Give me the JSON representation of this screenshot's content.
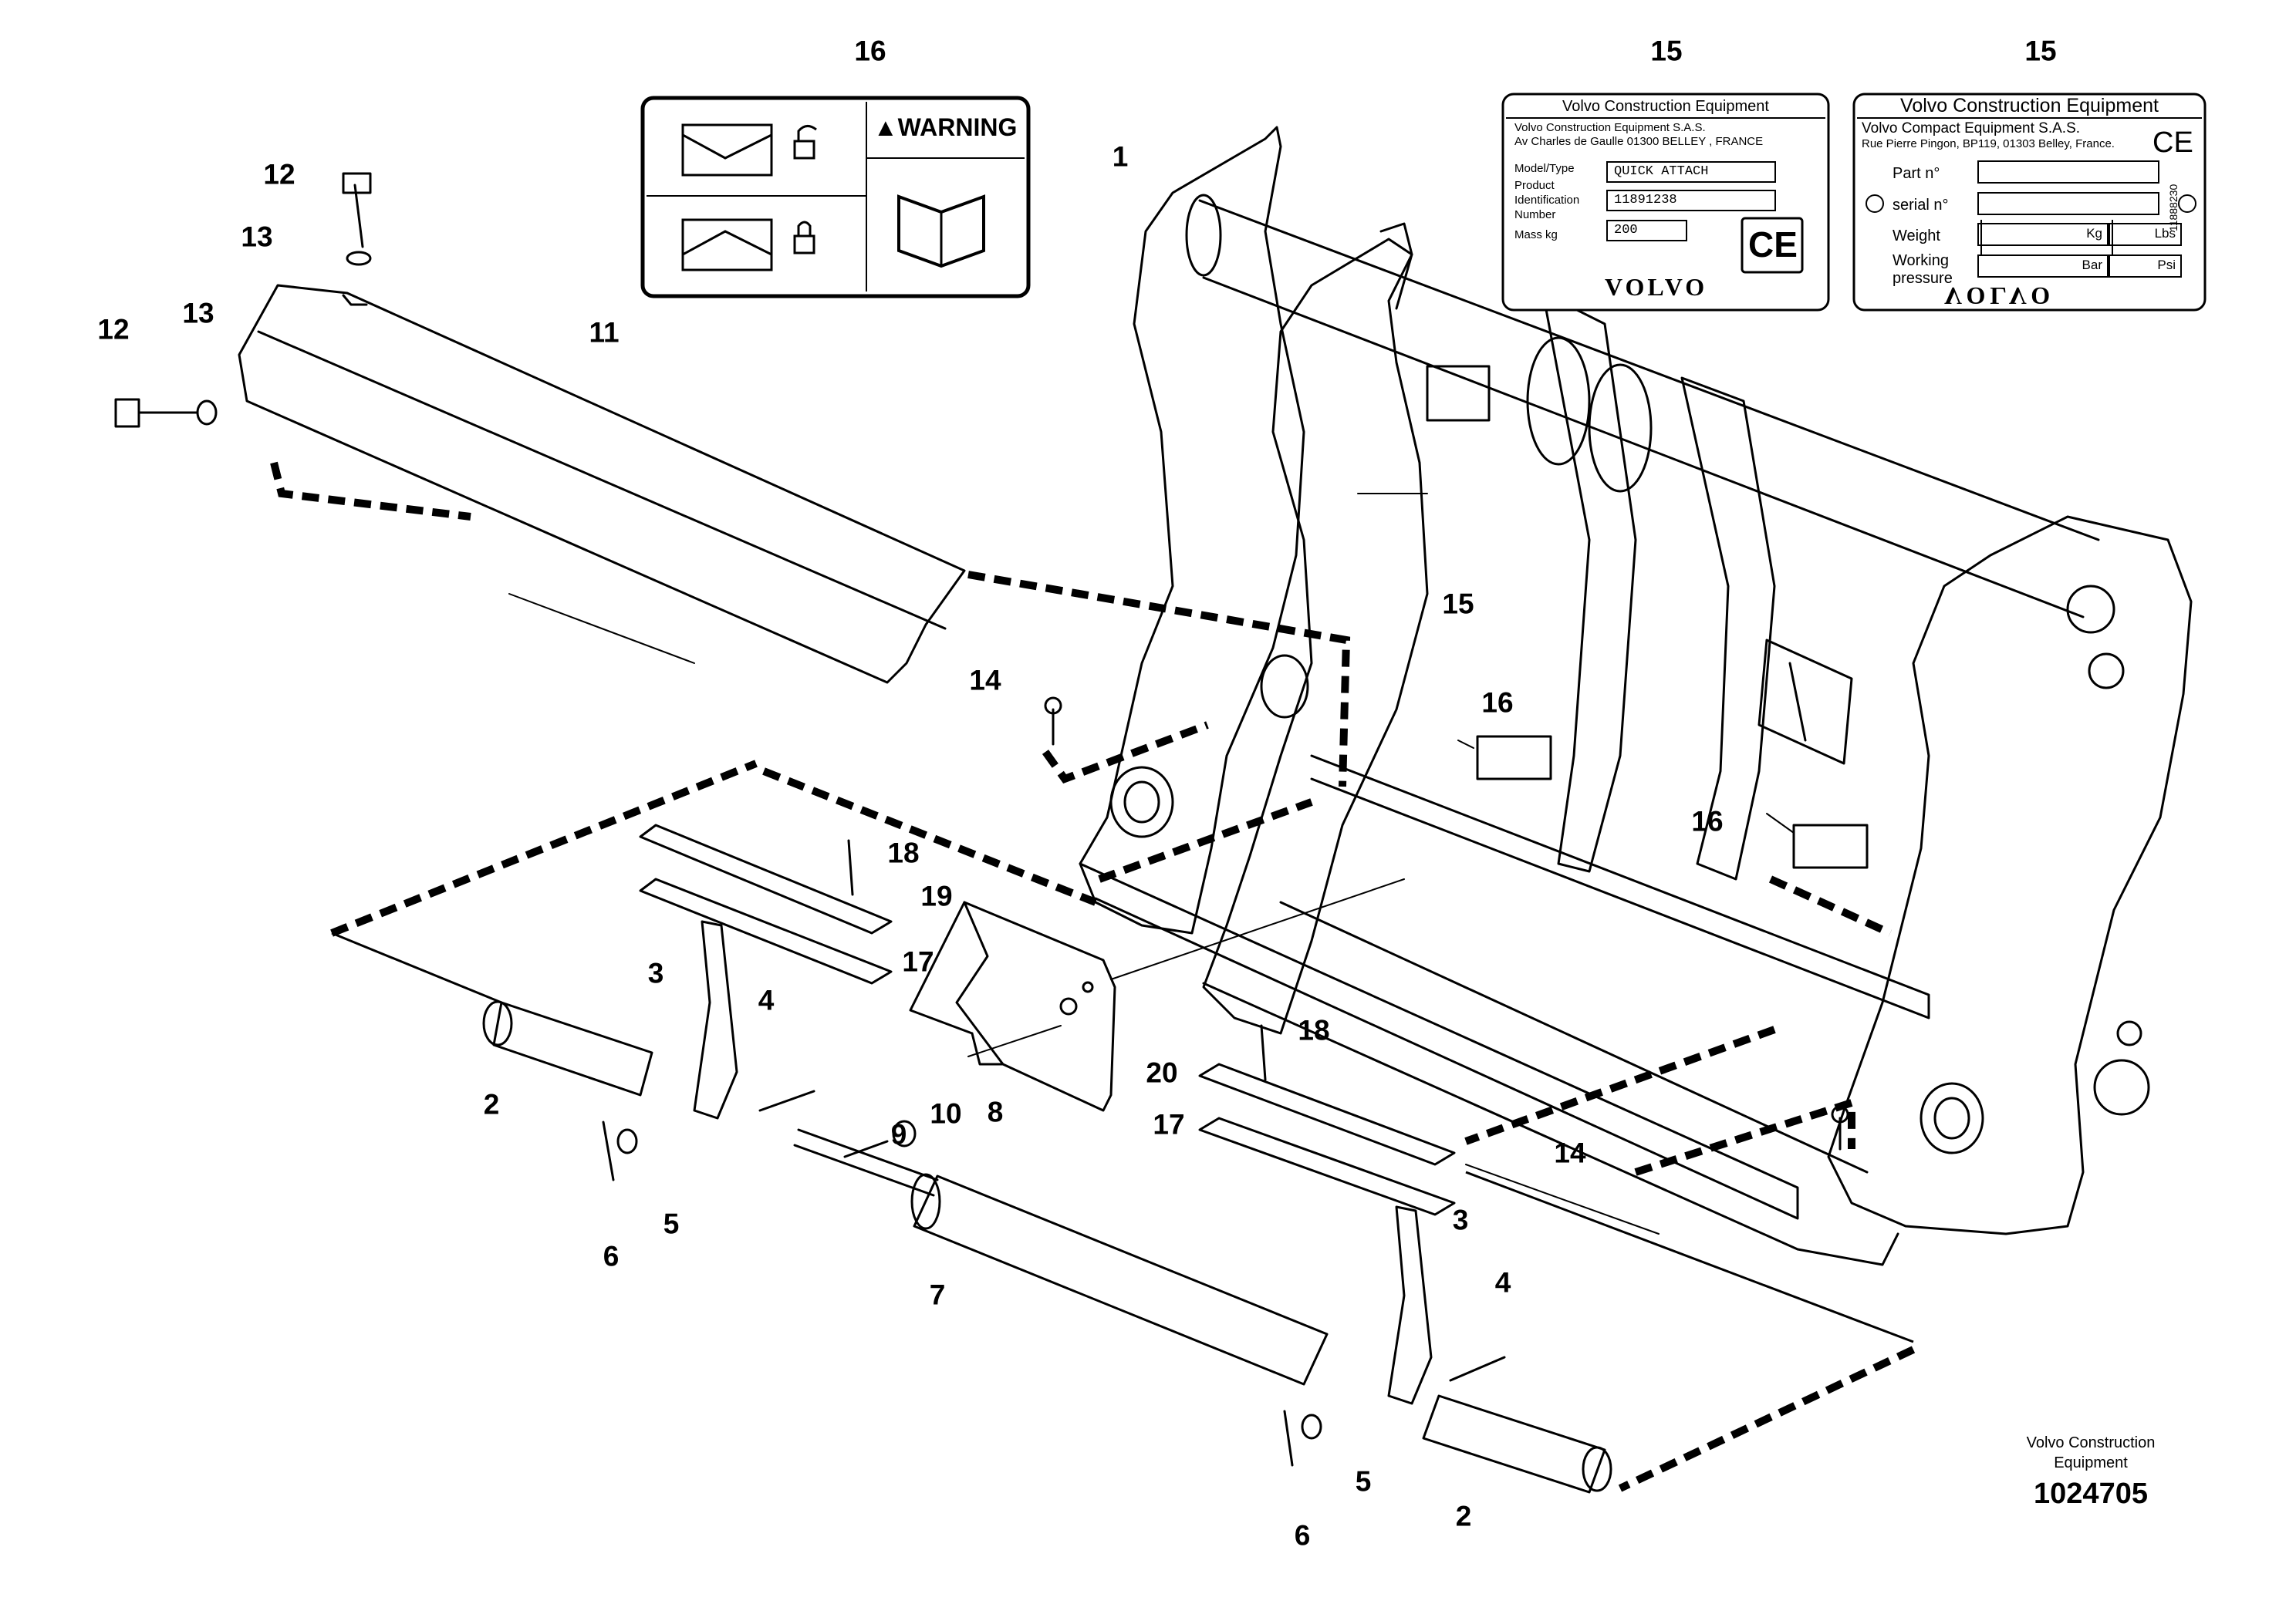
{
  "callouts": {
    "c1": "1",
    "c2a": "2",
    "c2b": "2",
    "c3a": "3",
    "c3b": "3",
    "c4a": "4",
    "c4b": "4",
    "c5a": "5",
    "c5b": "5",
    "c6a": "6",
    "c6b": "6",
    "c7": "7",
    "c8": "8",
    "c9": "9",
    "c10": "10",
    "c11": "11",
    "c12a": "12",
    "c12b": "12",
    "c13a": "13",
    "c13b": "13",
    "c14a": "14",
    "c14b": "14",
    "c15a": "15",
    "c15b": "15",
    "c15c": "15",
    "c16a": "16",
    "c16b": "16",
    "c16c": "16",
    "c17a": "17",
    "c17b": "17",
    "c18a": "18",
    "c18b": "18",
    "c19": "19",
    "c20": "20"
  },
  "warning_decal": {
    "warning": "▲WARNING"
  },
  "plate_left": {
    "header": "Volvo Construction Equipment",
    "company": "Volvo Construction Equipment S.A.S.",
    "address": "Av Charles de Gaulle 01300 BELLEY , FRANCE",
    "model_label": "Model/Type",
    "model_value": "QUICK ATTACH",
    "pid_label_1": "Product",
    "pid_label_2": "Identification",
    "pid_label_3": "Number",
    "pid_value": "11891238",
    "mass_label": "Mass kg",
    "mass_value": "200",
    "ce": "CE",
    "brand": "VOLVO"
  },
  "plate_right": {
    "header": "Volvo Construction Equipment",
    "company": "Volvo Compact Equipment S.A.S.",
    "address": "Rue Pierre Pingon, BP119, 01303 Belley, France.",
    "part_label": "Part n°",
    "serial_label": "serial n°",
    "weight_label": "Weight",
    "kg": "Kg",
    "lbs": "Lbs",
    "pressure_label_1": "Working",
    "pressure_label_2": "pressure",
    "bar": "Bar",
    "psi": "Psi",
    "ce": "CE",
    "brand": "VOLVO",
    "code": "11888230"
  },
  "footer": {
    "company_1": "Volvo Construction",
    "company_2": "Equipment",
    "drawing_number": "1024705"
  }
}
